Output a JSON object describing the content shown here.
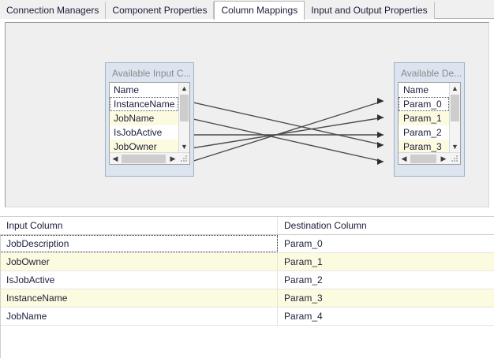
{
  "tabs": [
    {
      "label": "Connection Managers",
      "active": false
    },
    {
      "label": "Component Properties",
      "active": false
    },
    {
      "label": "Column Mappings",
      "active": true
    },
    {
      "label": "Input and Output Properties",
      "active": false
    }
  ],
  "mapping_canvas": {
    "left_panel": {
      "title": "Available Input C...",
      "header": "Name",
      "items": [
        {
          "label": "InstanceName",
          "highlight": false,
          "focused": true
        },
        {
          "label": "JobName",
          "highlight": true,
          "focused": false
        },
        {
          "label": "IsJobActive",
          "highlight": false,
          "focused": false
        },
        {
          "label": "JobOwner",
          "highlight": true,
          "focused": false
        }
      ],
      "vscroll": {
        "up_icon": "chevron-up-icon",
        "down_icon": "chevron-down-icon"
      },
      "hscroll": {
        "left_icon": "chevron-left-icon",
        "right_icon": "chevron-right-icon"
      }
    },
    "right_panel": {
      "title": "Available De...",
      "header": "Name",
      "items": [
        {
          "label": "Param_0",
          "highlight": false,
          "focused": true
        },
        {
          "label": "Param_1",
          "highlight": true,
          "focused": false
        },
        {
          "label": "Param_2",
          "highlight": false,
          "focused": false
        },
        {
          "label": "Param_3",
          "highlight": true,
          "focused": false
        }
      ],
      "vscroll": {
        "up_icon": "chevron-up-icon",
        "down_icon": "chevron-down-icon"
      },
      "hscroll": {
        "left_icon": "chevron-left-icon",
        "right_icon": "chevron-right-icon"
      }
    },
    "connector_color": "#4c4c4c"
  },
  "grid": {
    "columns": [
      "Input Column",
      "Destination Column"
    ],
    "rows": [
      {
        "input": "JobDescription",
        "destination": "Param_0",
        "alt": false,
        "selected": true
      },
      {
        "input": "JobOwner",
        "destination": "Param_1",
        "alt": true,
        "selected": false
      },
      {
        "input": "IsJobActive",
        "destination": "Param_2",
        "alt": false,
        "selected": false
      },
      {
        "input": "InstanceName",
        "destination": "Param_3",
        "alt": true,
        "selected": false
      },
      {
        "input": "JobName",
        "destination": "Param_4",
        "alt": false,
        "selected": false
      }
    ]
  },
  "colors": {
    "highlight_row": "#fcfbdf",
    "panel_bg": "#dbe4ef",
    "canvas_bg": "#efefef",
    "text": "#20203f"
  }
}
